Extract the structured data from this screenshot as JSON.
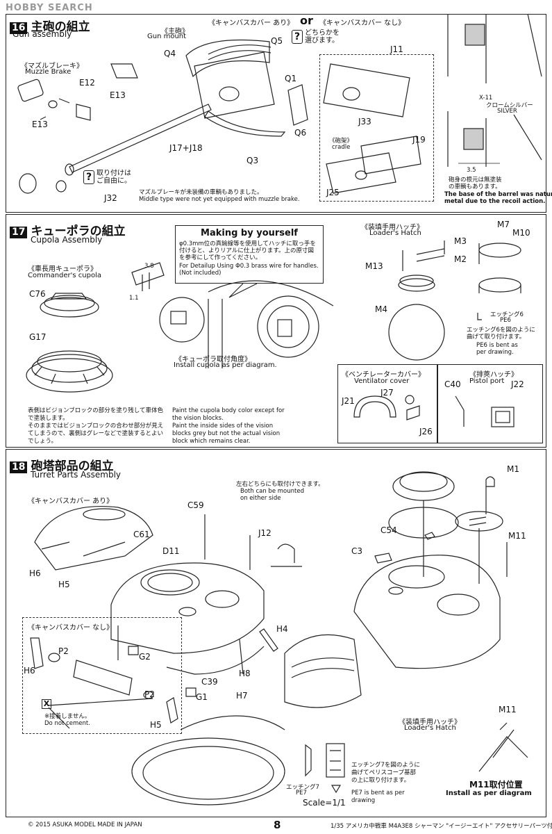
{
  "header": {
    "logo_text": "HOBBY SEARCH"
  },
  "step16": {
    "num": "16",
    "jp_title": "主砲の組立",
    "en_title": "Gun assembly",
    "gun_mount_jp": "《主砲》",
    "gun_mount_en": "Gun mount",
    "canvas_on": "《キャンバスカバー あり》",
    "or": "or",
    "canvas_off": "《キャンバスカバー なし》",
    "choose_jp": "どちらかを\n選びます。",
    "muzzle_jp": "《マズルブレーキ》",
    "muzzle_en": "Muzzle Brake",
    "parts": [
      "Q5",
      "Q4",
      "Q1",
      "Q6",
      "Q3",
      "E12",
      "E13",
      "E13",
      "J17+J18",
      "J32",
      "J11",
      "J33",
      "J19",
      "J25"
    ],
    "cradle_jp": "《砲架》",
    "cradle_en": "cradle",
    "attach_jp": "取り付けは\nご自由に。",
    "middle_jp": "マズルブレーキが未装備の車輌もありました。",
    "middle_en": "Middle type were not yet equipped with muzzle brake.",
    "paint_code": "X-11",
    "paint_jp": "クロームシルバー",
    "paint_en": "SILVER",
    "dim": "3.5",
    "barrel_jp": "砲身の根元は無塗装\nの車輌もあります。",
    "barrel_en": "The base of the barrel was natural\nmetal due to the recoil action."
  },
  "step17": {
    "num": "17",
    "jp_title": "キューポラの組立",
    "en_title": "Cupola Assembly",
    "making_title": "Making by yourself",
    "making_jp": "φ0.3mm位の真鍮線等を使用してハッチに取っ手を付けると、よりリアルに仕上がります。上の原寸図を参考にして作ってください。",
    "making_en": "For Detailup Using Φ0.3 brass wire for handles.\n(Not included)",
    "dim_a": "3.8",
    "dim_b": "1.1",
    "commander_jp": "《車長用キューポラ》",
    "commander_en": "Commander's cupola",
    "parts": [
      "C76",
      "G17",
      "M13",
      "M3",
      "M2",
      "M4",
      "M7",
      "M10",
      "J21",
      "J27",
      "J26",
      "C40",
      "J22"
    ],
    "angle_jp": "《キューポラ取付角度》",
    "angle_en": "Install cupola as per diagram.",
    "loader_jp": "《装填手用ハッチ》",
    "loader_en": "Loader's Hatch",
    "etch6_jp": "エッチング6",
    "etch6_en": "PE6",
    "etch6_note_jp": "エッチング6を図のように\n曲げて取り付けます。",
    "etch6_note_en": "PE6 is bent as\nper drawing.",
    "vent_jp": "《ベンチレーターカバー》",
    "vent_en": "Ventilator cover",
    "pistol_jp": "《排莢ハッチ》",
    "pistol_en": "Pistol port",
    "paint_jp": "表側はビジョンブロックの部分を塗り残して車体色で塗装します。\nそのままではビジョンブロックの合わせ部分が見えてしまうので、裏側はグレーなどで塗装するとよいでしょう。",
    "paint_en": "Paint the cupola body color except for\nthe vision blocks.\nPaint the inside sides of the vision\nblocks grey but not the actual vision\nblock which remains clear."
  },
  "step18": {
    "num": "18",
    "jp_title": "砲塔部品の組立",
    "en_title": "Turret Parts Assembly",
    "canvas_on": "《キャンバスカバー あり》",
    "canvas_off": "《キャンバスカバー なし》",
    "either_jp": "左右どちらにも取付けできます。",
    "either_en": "Both can be mounted\non either side",
    "parts": [
      "C59",
      "J12",
      "C61",
      "D11",
      "H6",
      "H5",
      "H4",
      "H8",
      "G2",
      "C39",
      "G1",
      "P2",
      "P2",
      "H6",
      "H5",
      "H7",
      "M1",
      "C54",
      "C3",
      "M11",
      "M11"
    ],
    "nocement_jp": "※接着しません。",
    "nocement_en": "Do not cement.",
    "loader_jp": "《装填手用ハッチ》",
    "loader_en": "Loader's Hatch",
    "m11_jp": "M11取付位置",
    "m11_en": "Install as per diagram",
    "etch7_jp": "エッチング7",
    "etch7_en": "PE7",
    "etch7_note_jp": "エッチング7を図のように\n曲げてペリスコープ基部\nの上に取り付けます。",
    "etch7_note_en": "PE7 is bent as per\ndrawing",
    "scale": "Scale=1/1"
  },
  "footer": {
    "copyright": "© 2015 ASUKA MODEL  MADE IN JAPAN",
    "page": "8",
    "product": "1/35 アメリカ中戦車 M4A3E8 シャーマン \"イージーエイト\" アクセサリーパーツ付"
  }
}
